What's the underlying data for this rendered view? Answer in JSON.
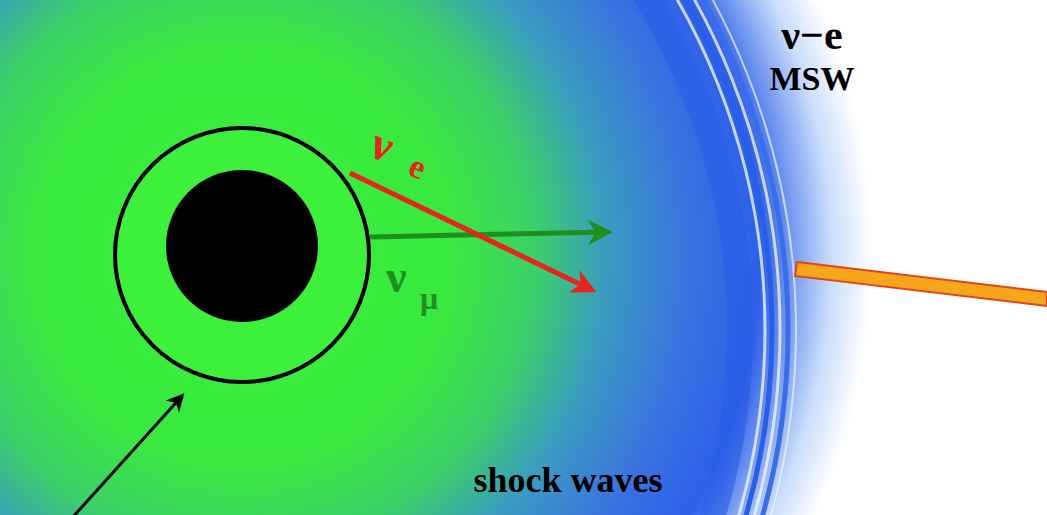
{
  "diagram": {
    "labels": [
      "ν",
      "e",
      "ν",
      "μ",
      "ν−e",
      "MSW",
      "shock waves"
    ]
  }
}
